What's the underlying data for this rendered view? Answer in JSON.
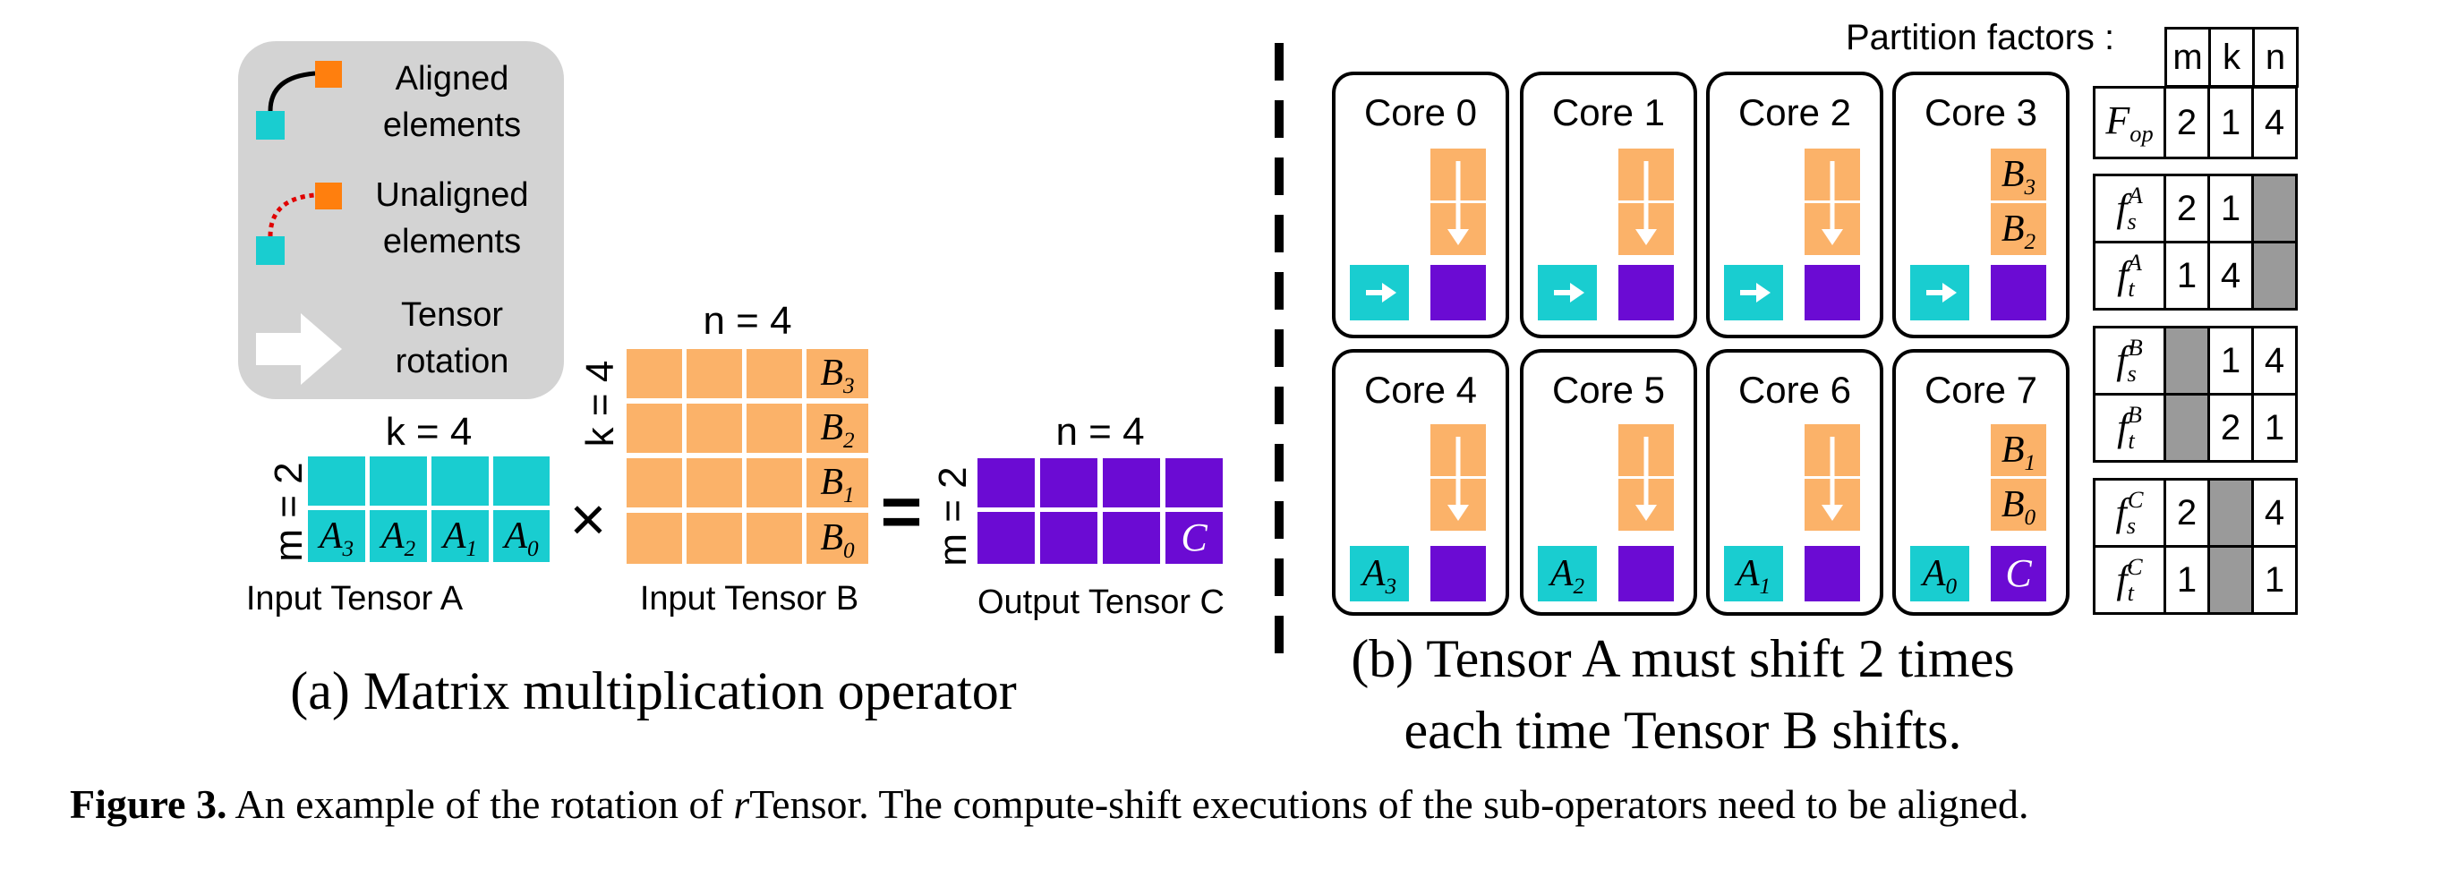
{
  "colors": {
    "cyan": "#19CDD0",
    "orange": "#FBB269",
    "purple": "#6B0BD3",
    "legend_bg": "#D3D3D3",
    "grey": "#9A9A9A",
    "dots": "#E00000"
  },
  "legend": {
    "aligned": [
      "Aligned",
      "elements"
    ],
    "unaligned": [
      "Unaligned",
      "elements"
    ],
    "rotation": [
      "Tensor",
      "rotation"
    ]
  },
  "panel_a": {
    "k_label": "k = 4",
    "m_label": "m = 2",
    "n_label_b": "n = 4",
    "k_label_b": "k = 4",
    "n_label_c": "n = 4",
    "m_label_c": "m = 2",
    "times": "×",
    "equals": "=",
    "a_labels": [
      "A3",
      "A2",
      "A1",
      "A0"
    ],
    "b_labels": [
      "B3",
      "B2",
      "B1",
      "B0"
    ],
    "c_label": "C",
    "caption_a": "Input Tensor A",
    "caption_b": "Input Tensor B",
    "caption_c": "Output Tensor C",
    "title": "(a) Matrix multiplication operator"
  },
  "panel_b": {
    "cores": [
      "Core 0",
      "Core 1",
      "Core 2",
      "Core 3",
      "Core 4",
      "Core 5",
      "Core 6",
      "Core 7"
    ],
    "core3_b": [
      "B3",
      "B2"
    ],
    "core7_b": [
      "B1",
      "B0"
    ],
    "row2_a": [
      "A3",
      "A2",
      "A1",
      "A0"
    ],
    "core7_c": "C",
    "title_line1": "(b) Tensor A must shift 2 times",
    "title_line2": "each time Tensor B shifts."
  },
  "partition": {
    "label": "Partition factors :",
    "headers": [
      "m",
      "k",
      "n"
    ],
    "rows": [
      {
        "base": "F",
        "sub": "op",
        "sup": "",
        "values": [
          "2",
          "1",
          "4"
        ]
      },
      {
        "base": "f",
        "sub": "s",
        "sup": "A",
        "values": [
          "2",
          "1",
          ""
        ]
      },
      {
        "base": "f",
        "sub": "t",
        "sup": "A",
        "values": [
          "1",
          "4",
          ""
        ]
      },
      {
        "base": "f",
        "sub": "s",
        "sup": "B",
        "values": [
          "",
          "1",
          "4"
        ]
      },
      {
        "base": "f",
        "sub": "t",
        "sup": "B",
        "values": [
          "",
          "2",
          "1"
        ]
      },
      {
        "base": "f",
        "sub": "s",
        "sup": "C",
        "values": [
          "2",
          "",
          "4"
        ]
      },
      {
        "base": "f",
        "sub": "t",
        "sup": "C",
        "values": [
          "1",
          "",
          "1"
        ]
      }
    ]
  },
  "figure_caption": {
    "label": "Figure 3.",
    "text_pre": " An example of the rotation of ",
    "r": "r",
    "text_post": "Tensor. The compute-shift executions of the sub-operators need to be aligned."
  }
}
